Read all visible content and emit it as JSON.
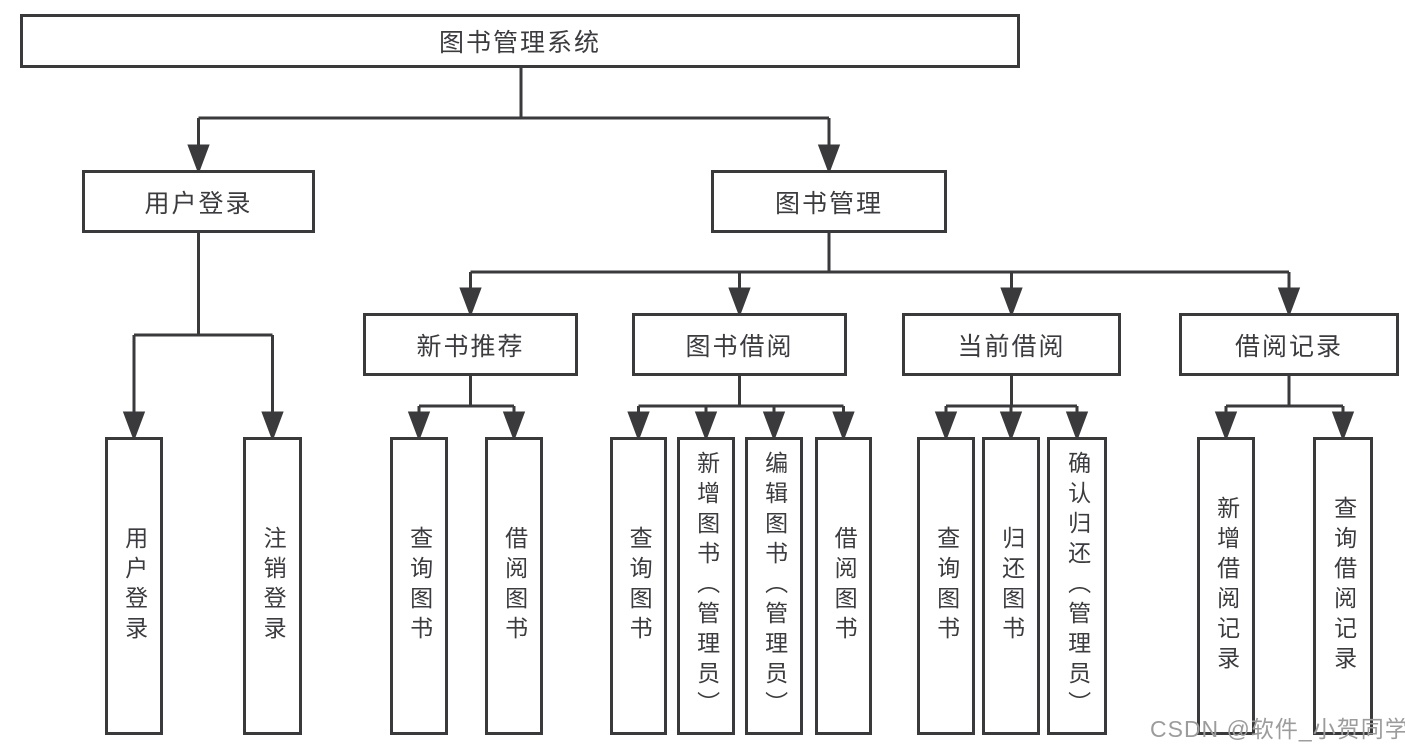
{
  "diagram": {
    "root": "图书管理系统",
    "branches": [
      {
        "label": "用户登录",
        "leaves": [
          "用户登录",
          "注销登录"
        ]
      },
      {
        "label": "图书管理",
        "sections": [
          {
            "label": "新书推荐",
            "leaves": [
              "查询图书",
              "借阅图书"
            ]
          },
          {
            "label": "图书借阅",
            "leaves": [
              "查询图书",
              "新增图书（管理员）",
              "编辑图书（管理员）",
              "借阅图书"
            ]
          },
          {
            "label": "当前借阅",
            "leaves": [
              "查询图书",
              "归还图书",
              "确认归还（管理员）"
            ]
          },
          {
            "label": "借阅记录",
            "leaves": [
              "新增借阅记录",
              "查询借阅记录"
            ]
          }
        ]
      }
    ]
  },
  "watermark": "CSDN @软件_小贺同学",
  "colors": {
    "line": "#3a3a3c",
    "text": "#3c3c40",
    "watermark": "#9c9c9c",
    "background": "#ffffff"
  }
}
